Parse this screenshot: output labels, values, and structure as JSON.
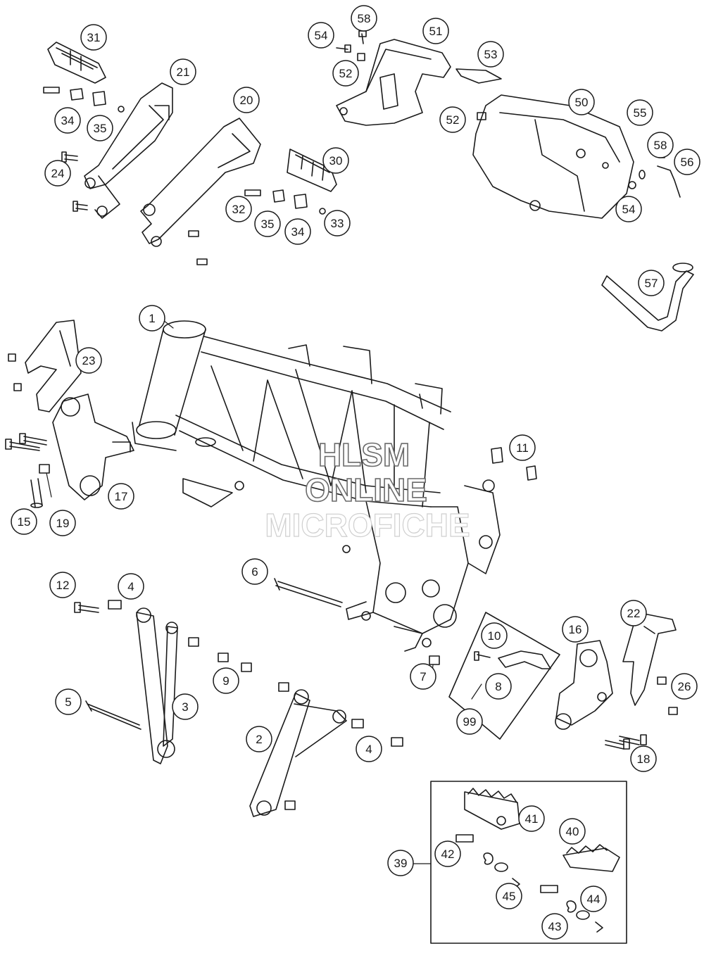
{
  "watermark": {
    "line1": "HLSM",
    "line2": "ONLINE",
    "line3": "MICROFICHE"
  },
  "callouts": [
    "1",
    "2",
    "3",
    "4",
    "4",
    "5",
    "6",
    "7",
    "8",
    "9",
    "10",
    "11",
    "12",
    "15",
    "16",
    "17",
    "18",
    "19",
    "20",
    "21",
    "22",
    "23",
    "24",
    "26",
    "30",
    "31",
    "32",
    "33",
    "34",
    "34",
    "35",
    "35",
    "39",
    "40",
    "41",
    "42",
    "43",
    "44",
    "45",
    "50",
    "51",
    "52",
    "52",
    "53",
    "54",
    "54",
    "55",
    "56",
    "57",
    "58",
    "58",
    "99"
  ]
}
